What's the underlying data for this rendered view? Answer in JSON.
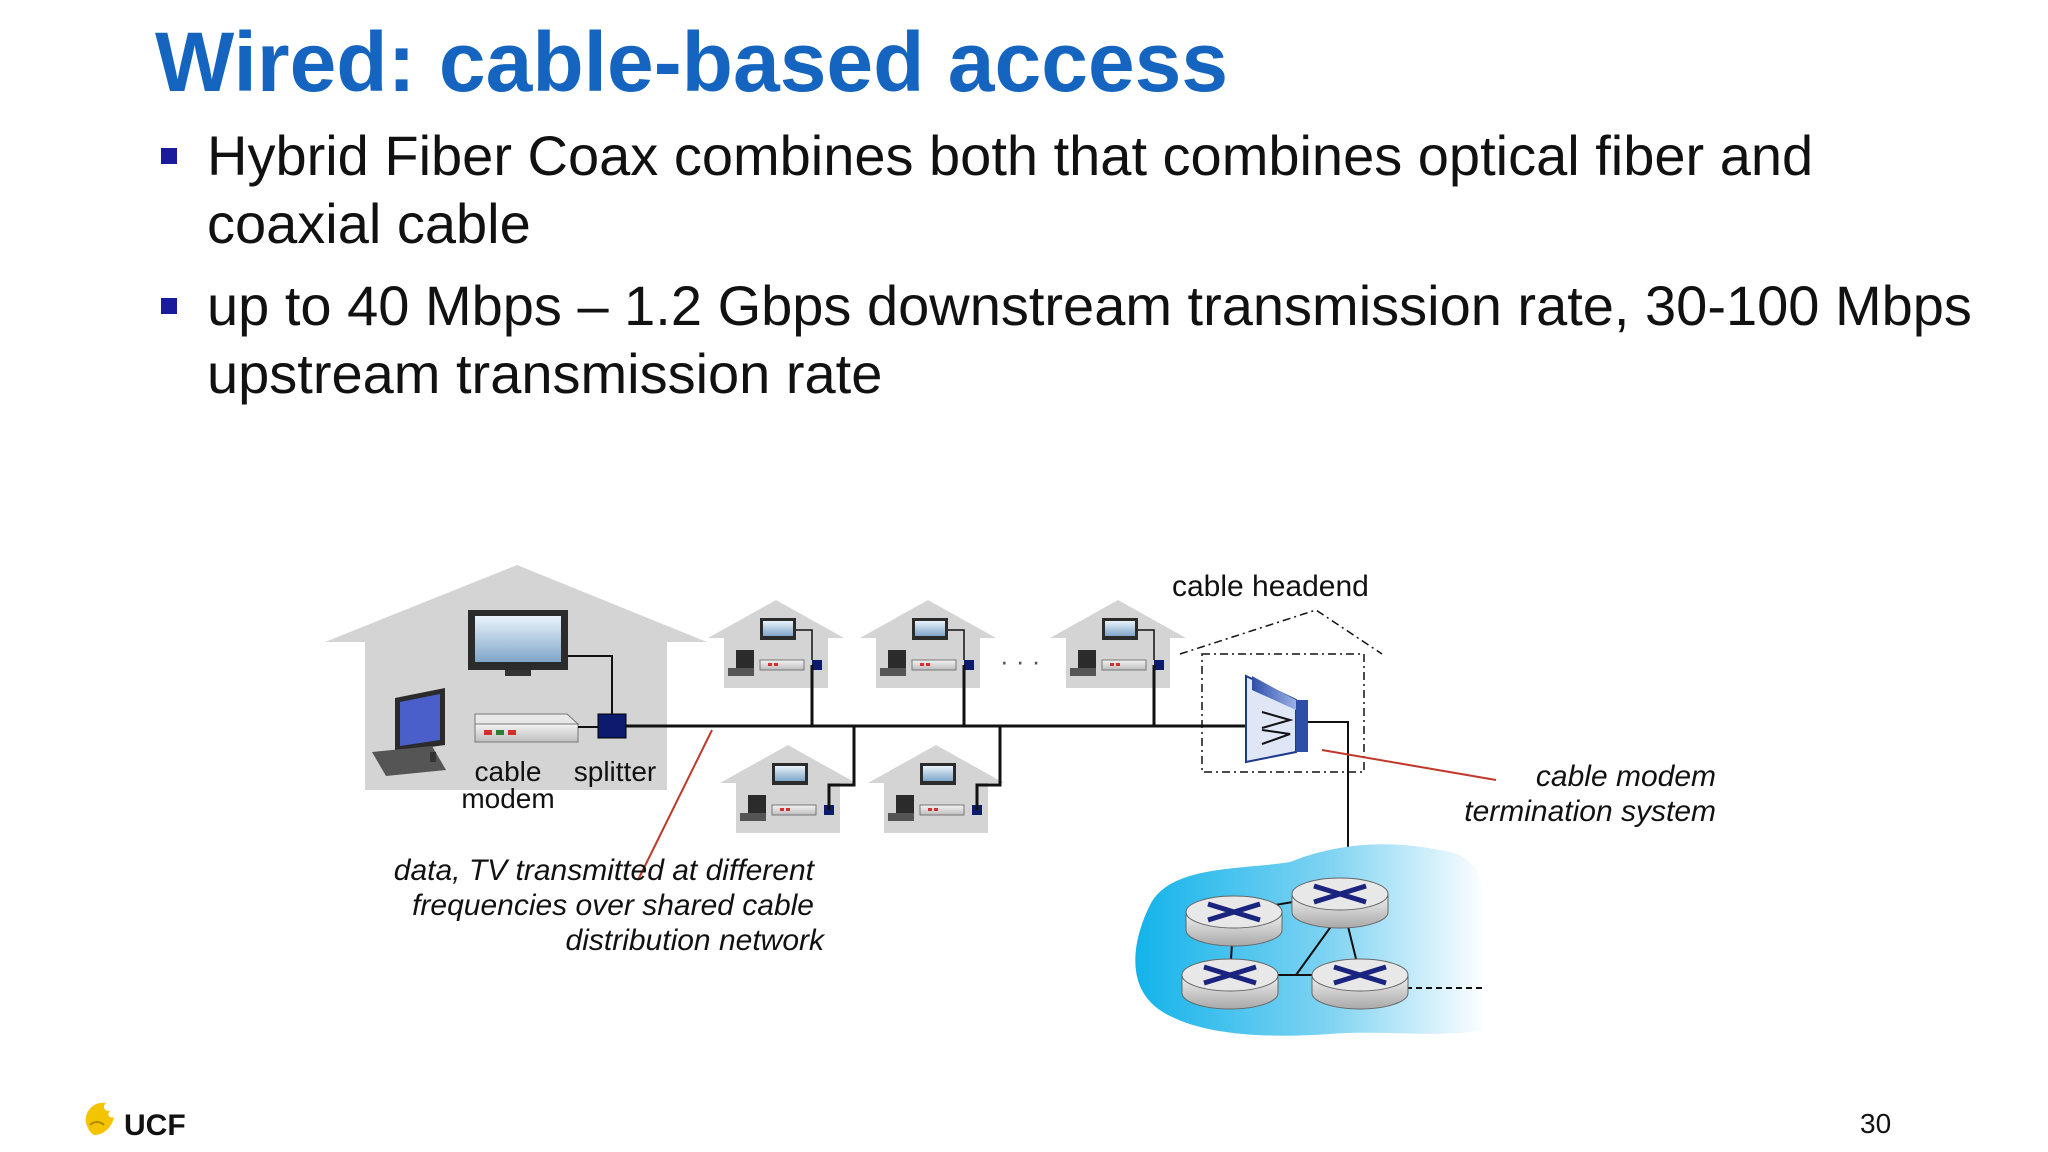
{
  "slide": {
    "title": "Wired: cable-based access",
    "bullets": [
      "Hybrid Fiber Coax combines both that combines optical fiber and coaxial cable",
      "up to 40 Mbps – 1.2 Gbps downstream transmission rate, 30-100 Mbps upstream transmission rate"
    ],
    "page_number": "30",
    "logo_text": "UCF"
  },
  "diagram": {
    "label_cable_modem_line1": "cable",
    "label_cable_modem_line2": "modem",
    "label_splitter": "splitter",
    "label_cable_headend": "cable headend",
    "label_cmts_line1": "cable modem",
    "label_cmts_line2": "termination system",
    "label_shared_line1": "data, TV transmitted at different",
    "label_shared_line2": "frequencies over shared cable",
    "label_shared_line3": "distribution network",
    "ellipsis": "· · ·"
  },
  "colors": {
    "title": "#1565c0",
    "bullet_marker": "#1a1a9c",
    "house_gray": "#d4d4d4",
    "callout_line": "#c0392b",
    "network_cloud": "#22b8e8",
    "logo_gold": "#f5c400"
  }
}
